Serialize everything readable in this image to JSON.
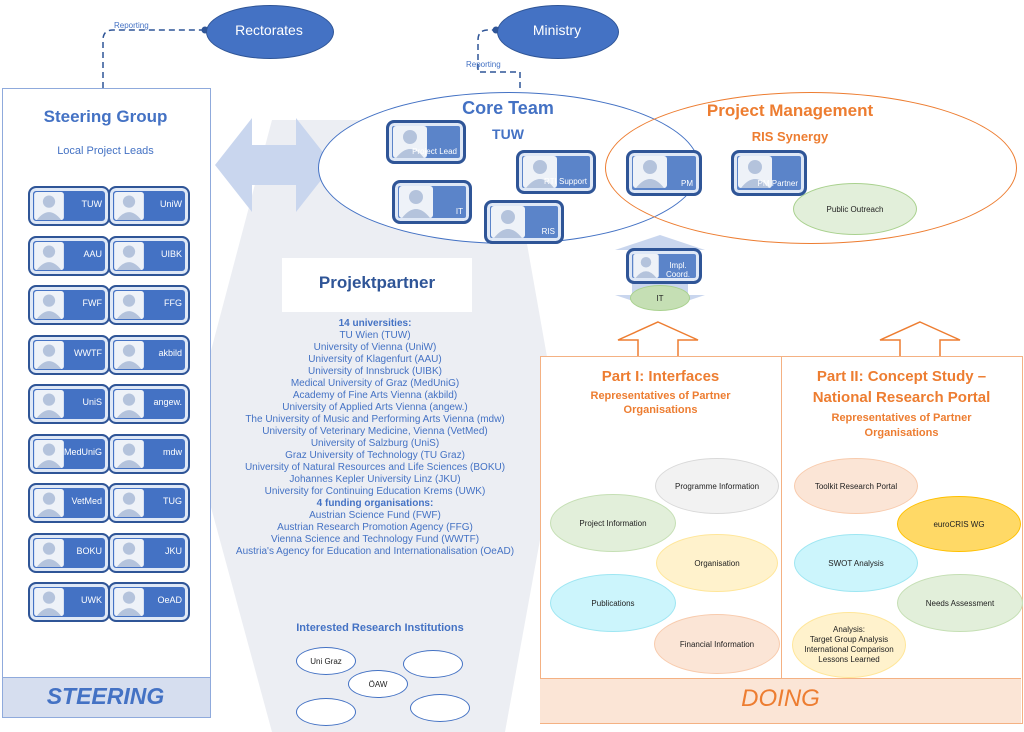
{
  "top": {
    "rectorates": "Rectorates",
    "ministry": "Ministry",
    "reporting_left": "Reporting",
    "reporting_right": "Reporting"
  },
  "steering": {
    "title": "Steering Group",
    "subtitle": "Local Project Leads",
    "footer": "STEERING",
    "members": [
      "TUW",
      "UniW",
      "AAU",
      "UIBK",
      "FWF",
      "FFG",
      "WWTF",
      "akbild",
      "UniS",
      "angew.",
      "MedUniG",
      "mdw",
      "VetMed",
      "TUG",
      "BOKU",
      "JKU",
      "UWK",
      "OeAD"
    ]
  },
  "core_team": {
    "title": "Core Team",
    "org": "TUW",
    "roles": [
      "Project Lead",
      "RTI Support",
      "IT",
      "RIS"
    ]
  },
  "project_management": {
    "title": "Project Management",
    "org": "RIS Synergy",
    "roles": [
      "PM",
      "PM Partner"
    ],
    "public_outreach": "Public Outreach"
  },
  "impl": {
    "role": "Impl. Coord.",
    "it": "IT"
  },
  "projektpartner": {
    "title": "Projektpartner",
    "universities_header": "14 universities:",
    "universities": [
      "TU Wien (TUW)",
      "University of Vienna (UniW)",
      "University of Klagenfurt (AAU)",
      "University of Innsbruck (UIBK)",
      "Medical University of Graz (MedUniG)",
      "Academy of Fine Arts Vienna (akbild)",
      "University of Applied Arts Vienna (angew.)",
      "The University of Music and Performing Arts Vienna (mdw)",
      "University of Veterinary Medicine, Vienna (VetMed)",
      "University of Salzburg (UniS)",
      "Graz University of Technology (TU Graz)",
      "University of Natural Resources and Life Sciences (BOKU)",
      "Johannes Kepler University Linz (JKU)",
      "University for Continuing Education Krems (UWK)"
    ],
    "funding_header": "4 funding organisations:",
    "funding": [
      "Austrian Science Fund (FWF)",
      "Austrian Research Promotion Agency (FFG)",
      "Vienna Science and Technology Fund (WWTF)",
      "Austria's Agency for Education and Internationalisation (OeAD)"
    ],
    "interested_title": "Interested Research Institutions",
    "interested": [
      "Uni Graz",
      "ÖAW"
    ]
  },
  "part1": {
    "title": "Part I: Interfaces",
    "subtitle_line1": "Representatives of Partner",
    "subtitle_line2": "Organisations",
    "topics": [
      "Programme Information",
      "Project Information",
      "Organisation",
      "Publications",
      "Financial Information"
    ]
  },
  "part2": {
    "title_line1": "Part II: Concept Study –",
    "title_line2": "National Research Portal",
    "subtitle_line1": "Representatives of Partner",
    "subtitle_line2": "Organisations",
    "topics": [
      "Toolkit Research Portal",
      "euroCRIS WG",
      "SWOT Analysis",
      "Needs Assessment"
    ],
    "analysis": [
      "Analysis:",
      "Target Group Analysis",
      "International Comparison",
      "Lessons Learned"
    ]
  },
  "doing": "DOING",
  "colors": {
    "blue": "#4472c4",
    "orange": "#ed7d31",
    "steering_band": "#d6deef",
    "doing_band": "#fbe5d6"
  }
}
